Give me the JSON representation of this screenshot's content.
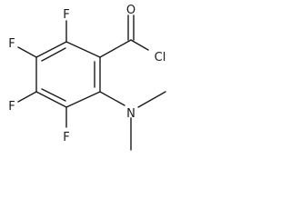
{
  "molecule": {
    "atoms": {
      "oxygen": "O",
      "chlorine": "Cl",
      "nitrogen": "N",
      "fluorine_top": "F",
      "fluorine_upper_left": "F",
      "fluorine_lower_left": "F",
      "fluorine_bottom": "F"
    }
  },
  "colors": {
    "bond": "#1a1a1a",
    "background": "#ffffff"
  }
}
